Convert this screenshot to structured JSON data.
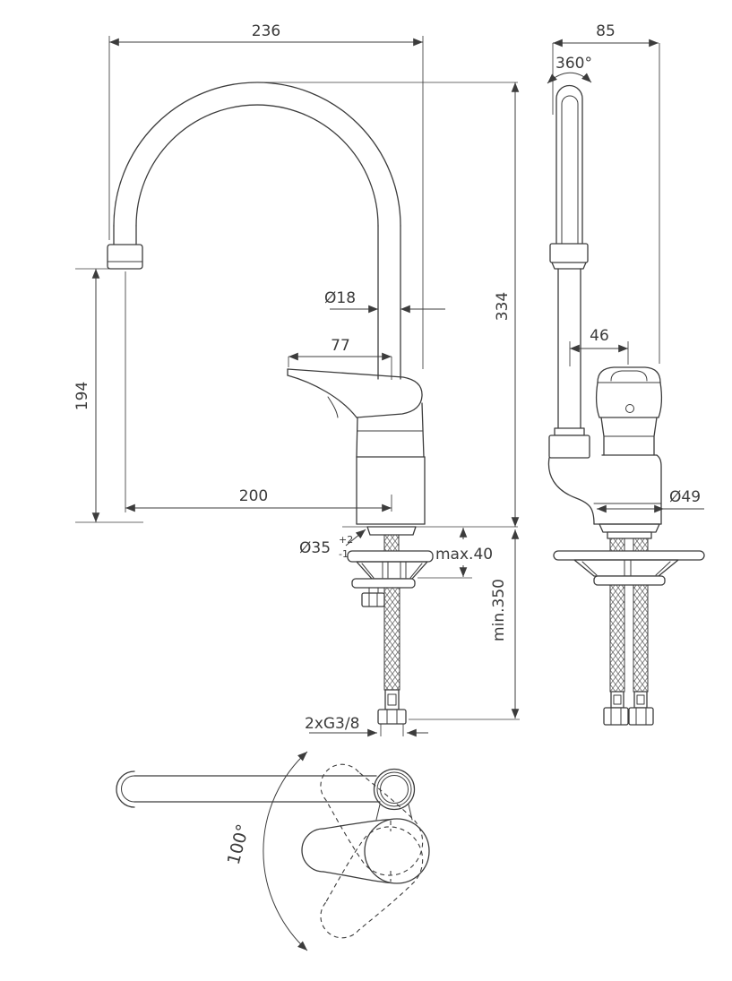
{
  "drawing": {
    "kind": "technical dimension drawing",
    "subject": "single-lever kitchen mixer tap with high swivel spout",
    "views": {
      "front": "front view",
      "side": "side view",
      "top": "top view"
    }
  },
  "dimensions": {
    "spout_reach": "236",
    "body_depth": "85",
    "spout_swivel_angle": "360°",
    "spout_height": "334",
    "spout_pipe_diameter": "Ø18",
    "lever_reach": "77",
    "handle_offset": "46",
    "outlet_height": "194",
    "outlet_to_axis": "200",
    "base_diameter": "Ø49",
    "hole_diameter": "Ø35",
    "hole_tolerance_plus": "+2",
    "hole_tolerance_minus": "-1",
    "deck_max_thickness": "max.40",
    "hose_min_length": "min.350",
    "hose_connection": "2xG3/8",
    "handle_swing_angle": "100°"
  },
  "colors": {
    "line": "#3c3c3c",
    "text": "#3b3b3b",
    "background": "#ffffff"
  }
}
